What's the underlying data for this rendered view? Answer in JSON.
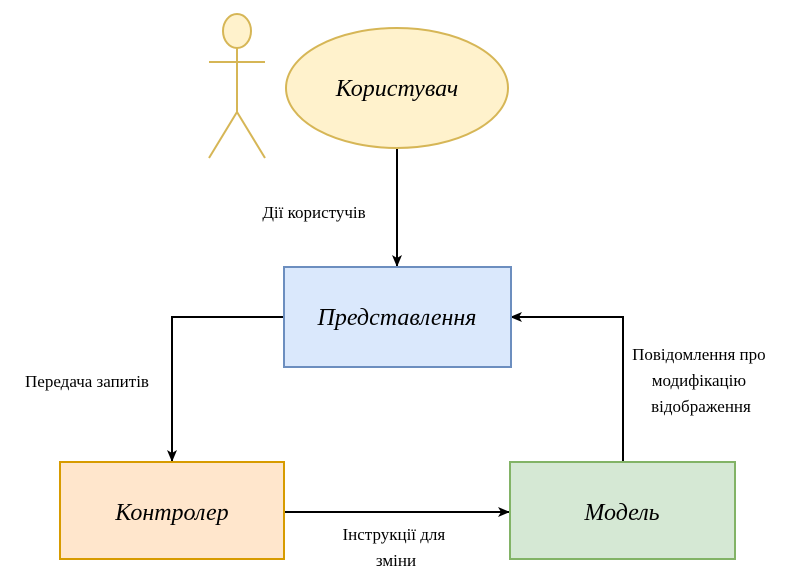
{
  "nodes": {
    "user": {
      "label": "Користувач"
    },
    "view": {
      "label": "Представлення"
    },
    "controller": {
      "label": "Контролер"
    },
    "model": {
      "label": "Модель"
    }
  },
  "edges": {
    "user_actions": {
      "label": "Дії користучів"
    },
    "request_passing": {
      "label": "Передача запитів"
    },
    "notification": {
      "lines": [
        "Повідомлення про",
        "модифікацію",
        "відображення"
      ]
    },
    "instructions": {
      "lines": [
        "Інструкції для",
        "зміни"
      ]
    }
  },
  "colors": {
    "user_fill": "#fff2cc",
    "user_stroke": "#d6b656",
    "view_fill": "#dae8fc",
    "view_stroke": "#6c8ebf",
    "controller_fill": "#ffe6cc",
    "controller_stroke": "#d79b00",
    "model_fill": "#d5e8d4",
    "model_stroke": "#82b366"
  },
  "icons": {
    "actor": "stick-figure-actor-icon"
  }
}
